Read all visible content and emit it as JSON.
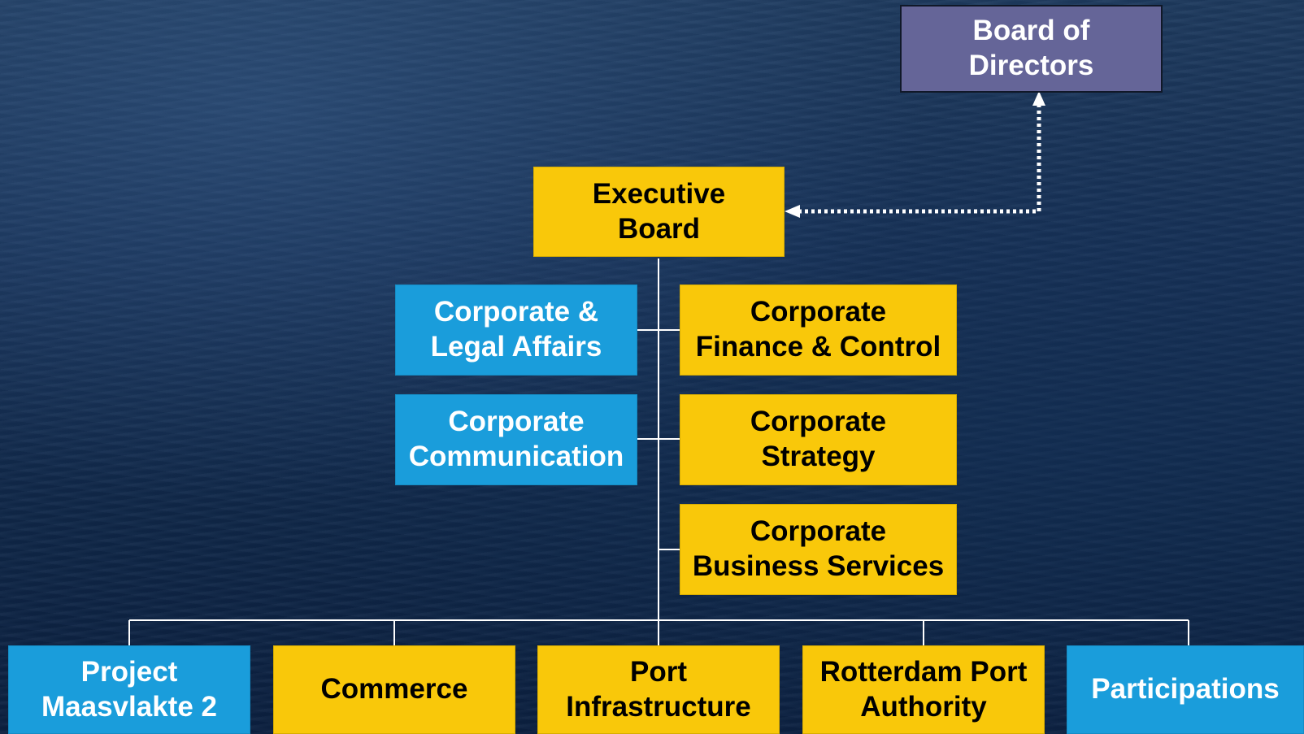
{
  "colors": {
    "yellow_box": "#f9c80a",
    "blue_box": "#1a9ddb",
    "purple_box": "#656598",
    "connector": "#ffffff",
    "background": "#163056"
  },
  "board_of_directors": {
    "label": "Board of\nDirectors"
  },
  "executive_board": {
    "label": "Executive\nBoard"
  },
  "staff_left": [
    {
      "label": "Corporate &\nLegal Affairs"
    },
    {
      "label": "Corporate\nCommunication"
    }
  ],
  "staff_right": [
    {
      "label": "Corporate\nFinance & Control"
    },
    {
      "label": "Corporate\nStrategy"
    },
    {
      "label": "Corporate\nBusiness Services"
    }
  ],
  "divisions": [
    {
      "label": "Project\nMaasvlakte 2"
    },
    {
      "label": "Commerce"
    },
    {
      "label": "Port\nInfrastructure"
    },
    {
      "label": "Rotterdam Port\nAuthority"
    },
    {
      "label": "Participations"
    }
  ]
}
